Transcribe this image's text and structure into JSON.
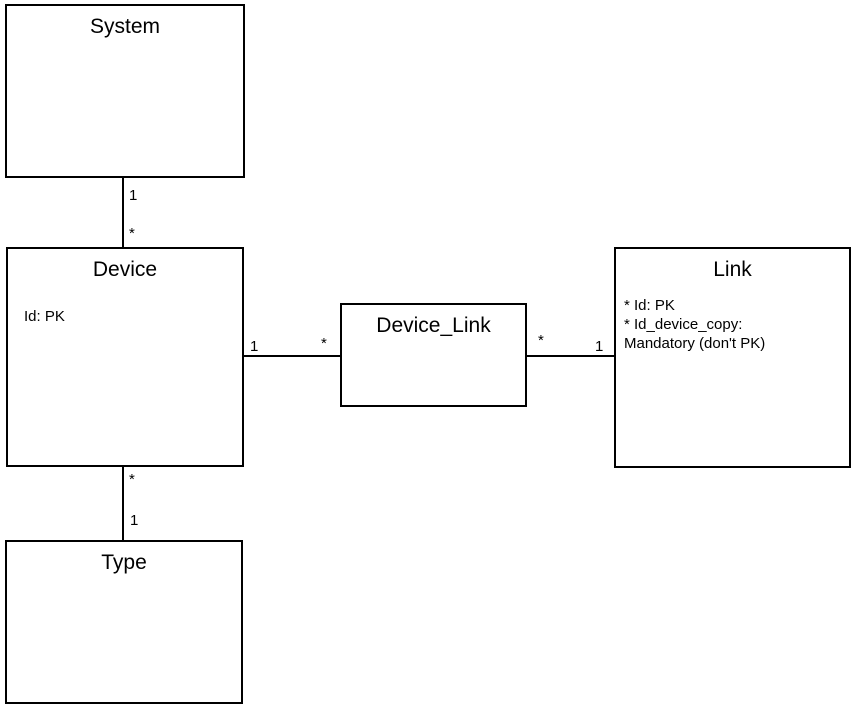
{
  "diagram": {
    "type": "entity-relationship",
    "background_color": "#ffffff",
    "line_color": "#000000",
    "text_color": "#000000",
    "entities": [
      {
        "title": "System",
        "attributes": []
      },
      {
        "title": "Device",
        "attributes": [
          "Id: PK"
        ]
      },
      {
        "title": "Type",
        "attributes": []
      },
      {
        "title": "Device_Link",
        "attributes": []
      },
      {
        "title": "Link",
        "attributes": [
          "* Id: PK",
          "* Id_device_copy:",
          "Mandatory (don't PK)"
        ]
      }
    ],
    "relationships": [
      {
        "from": "System",
        "to": "Device",
        "from_cardinality": "1",
        "to_cardinality": "*"
      },
      {
        "from": "Device",
        "to": "Type",
        "from_cardinality": "*",
        "to_cardinality": "1"
      },
      {
        "from": "Device",
        "to": "Device_Link",
        "from_cardinality": "1",
        "to_cardinality": "*"
      },
      {
        "from": "Device_Link",
        "to": "Link",
        "from_cardinality": "*",
        "to_cardinality": "1"
      }
    ]
  }
}
